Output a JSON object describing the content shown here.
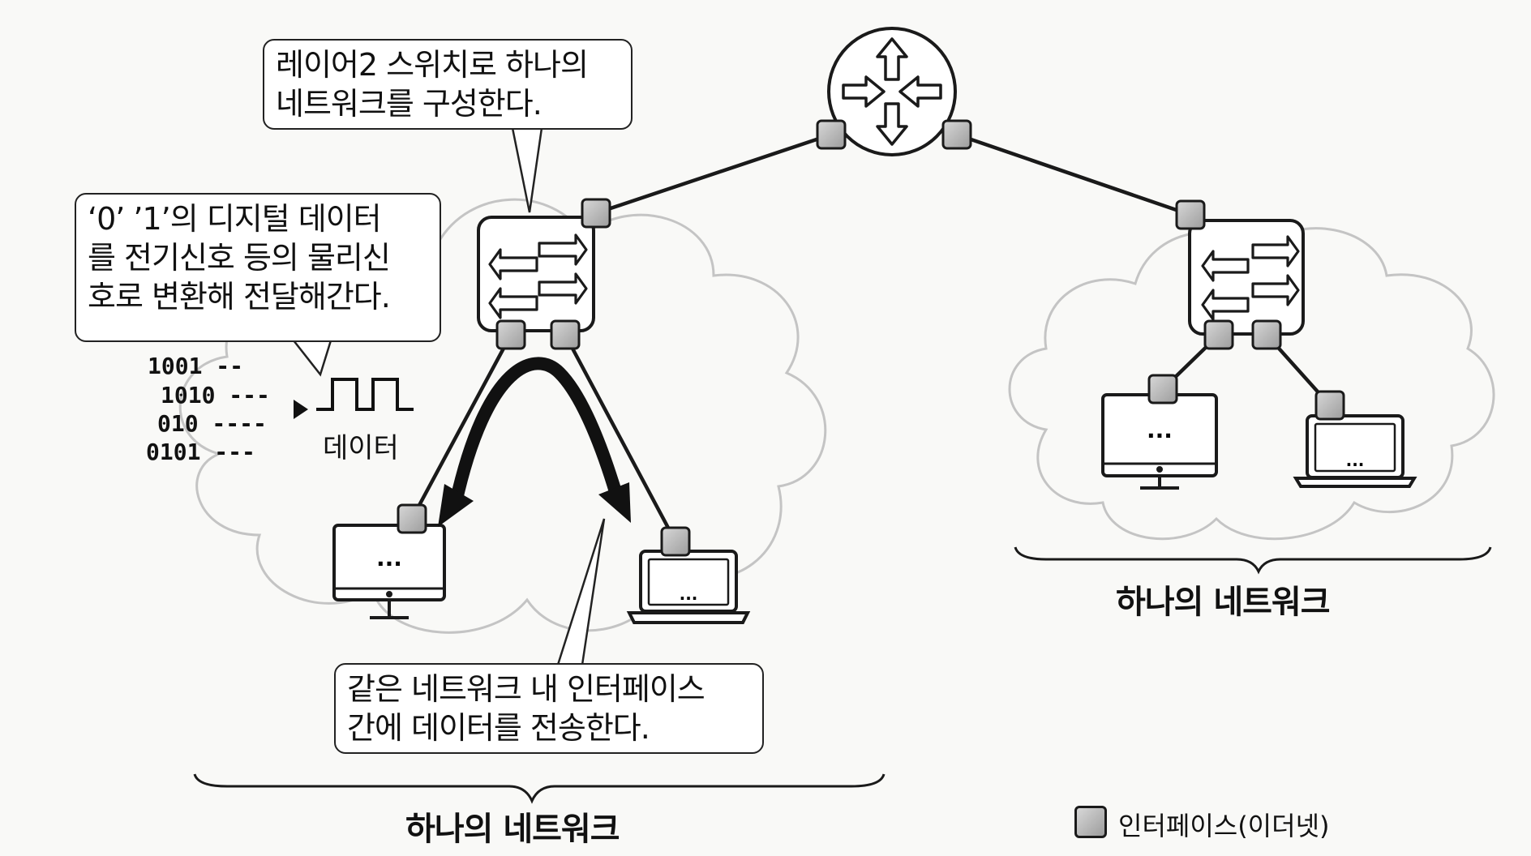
{
  "callouts": {
    "switch_note": {
      "line1": "레이어2 스위치로 하나의",
      "line2": "네트워크를 구성한다."
    },
    "digital_note": {
      "line1": "‘0’ ’1’의 디지털 데이터",
      "line2": "를 전기신호 등의 물리신",
      "line3": "호로 변환해 전달해간다."
    },
    "transfer_note": {
      "line1": "같은 네트워크 내 인터페이스",
      "line2": "간에 데이터를 전송한다."
    }
  },
  "binary_data": [
    "1001 --",
    "1010 ---",
    "010 ----",
    "0101 ---"
  ],
  "signal_label": "데이터",
  "network_labels": {
    "left": "하나의 네트워크",
    "right": "하나의 네트워크"
  },
  "legend": {
    "label": "인터페이스(이더넷)"
  },
  "device_screen_text": "...",
  "colors": {
    "interface_fill": "#b9b9b9",
    "stroke": "#1a1a1a",
    "cloud_stroke": "#bdbdbd"
  }
}
